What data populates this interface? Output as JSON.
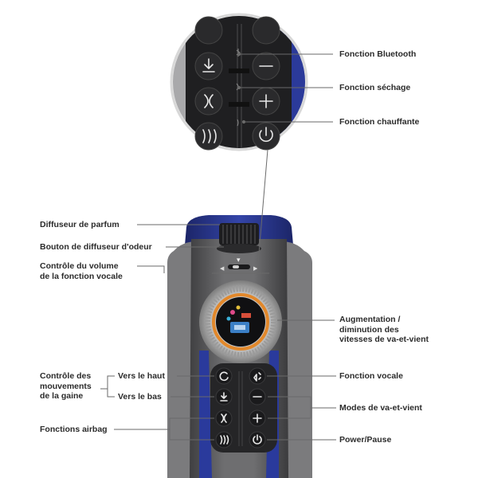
{
  "labels": {
    "bluetooth": "Fonction Bluetooth",
    "drying": "Fonction séchage",
    "heating": "Fonction chauffante",
    "perfumeDiffuser": "Diffuseur de parfum",
    "odorButton": "Bouton de diffuseur d'odeur",
    "volumeLine1": "Contrôle du volume",
    "volumeLine2": "de la fonction vocale",
    "speedLine1": "Augmentation /",
    "speedLine2": "diminution des",
    "speedLine3": "vitesses de va-et-vient",
    "sleeveLine1": "Contrôle des",
    "sleeveLine2": "mouvements",
    "sleeveLine3": "de la gaine",
    "up": "Vers le haut",
    "down": "Vers le bas",
    "airbag": "Fonctions airbag",
    "voice": "Fonction vocale",
    "strokeModes": "Modes de va-et-vient",
    "power": "Power/Pause"
  },
  "colors": {
    "body": "#5a5a5c",
    "bodyLight": "#8a8a8c",
    "accent": "#2d3a8c",
    "buttonPad": "#2c2c2e",
    "ring": "#cfcfcf",
    "ringOrange": "#e2882b",
    "leaderLine": "#555555"
  },
  "icons": [
    "refresh-icon",
    "minus-icon",
    "download-icon",
    "plus-icon",
    "wave-icon",
    "heat-icon",
    "power-icon",
    "voice-icon",
    "bluetooth-icon"
  ]
}
